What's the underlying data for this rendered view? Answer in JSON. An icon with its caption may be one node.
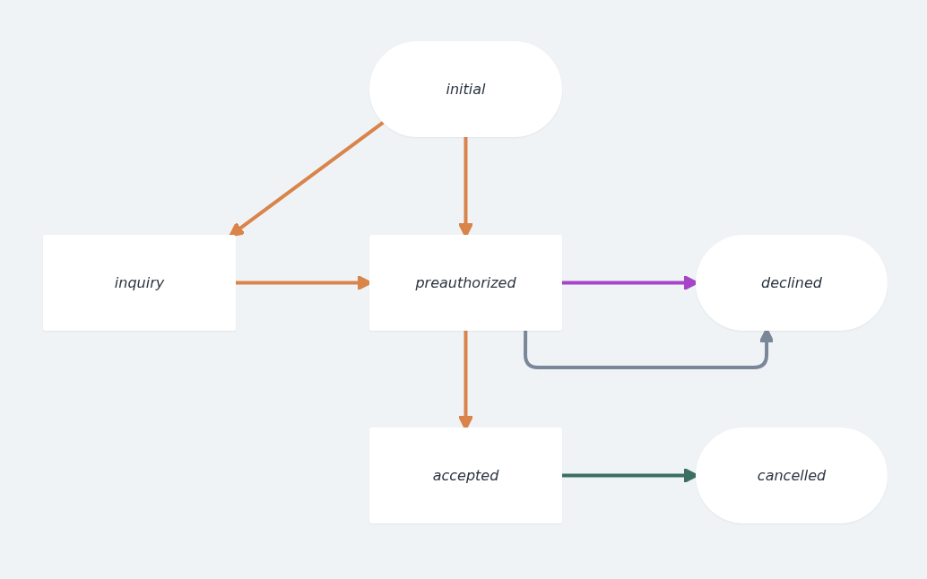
{
  "diagram": {
    "nodes": [
      {
        "text": [
          "initial"
        ]
      },
      {
        "text": [
          "inquiry"
        ]
      },
      {
        "text": [
          "preauthorized"
        ]
      },
      {
        "text": [
          "declined"
        ]
      },
      {
        "text": [
          "accepted"
        ]
      },
      {
        "text": [
          "cancelled"
        ]
      }
    ],
    "edges": [
      {
        "from": 0,
        "to": 1,
        "arrow": "to"
      },
      {
        "from": 0,
        "to": 2,
        "arrow": "to"
      },
      {
        "from": 1,
        "to": 2,
        "arrow": "to"
      },
      {
        "from": 2,
        "to": 3,
        "arrow": "to",
        "color": "#a744c8"
      },
      {
        "from": 2,
        "to": 3,
        "arrow": "to",
        "color": "#7a8799"
      },
      {
        "from": 2,
        "to": 4,
        "arrow": "to"
      },
      {
        "from": 4,
        "to": 5,
        "arrow": "to",
        "color": "#3b7060"
      }
    ]
  }
}
